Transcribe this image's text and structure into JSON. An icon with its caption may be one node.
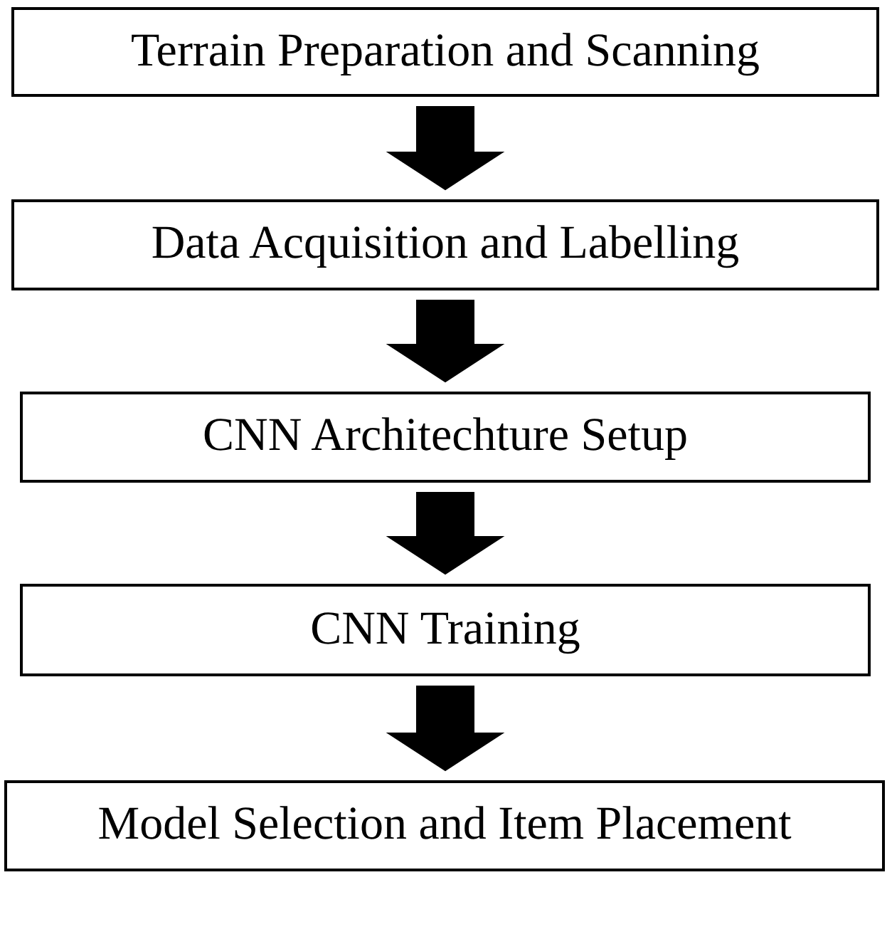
{
  "diagram": {
    "nodes": [
      {
        "text": [
          "Terrain Preparation and Scanning"
        ]
      },
      {
        "text": [
          "Data Acquisition and Labelling"
        ]
      },
      {
        "text": [
          "CNN Architechture Setup"
        ]
      },
      {
        "text": [
          "CNN Training"
        ]
      },
      {
        "text": [
          "Model Selection and Item Placement"
        ]
      }
    ],
    "edges": [
      {
        "from": 0,
        "to": 1,
        "arrow": "to"
      },
      {
        "from": 1,
        "to": 2,
        "arrow": "to"
      },
      {
        "from": 2,
        "to": 3,
        "arrow": "to"
      },
      {
        "from": 3,
        "to": 4,
        "arrow": "to"
      }
    ]
  }
}
